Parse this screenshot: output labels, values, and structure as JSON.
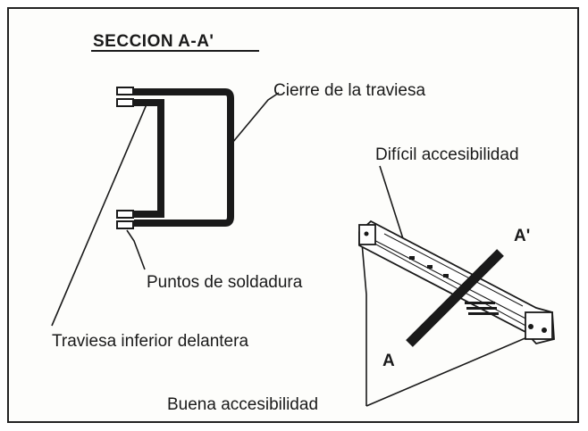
{
  "title": "SECCION A-A'",
  "labels": {
    "cierre": "Cierre de la traviesa",
    "dificil": "Difícil accesibilidad",
    "puntos": "Puntos de soldadura",
    "traviesa": "Traviesa inferior delantera",
    "buena": "Buena accesibilidad",
    "section_a": "A",
    "section_a_prime": "A'"
  },
  "colors": {
    "ink": "#1a1a1a",
    "paper": "#fdfdfb"
  }
}
